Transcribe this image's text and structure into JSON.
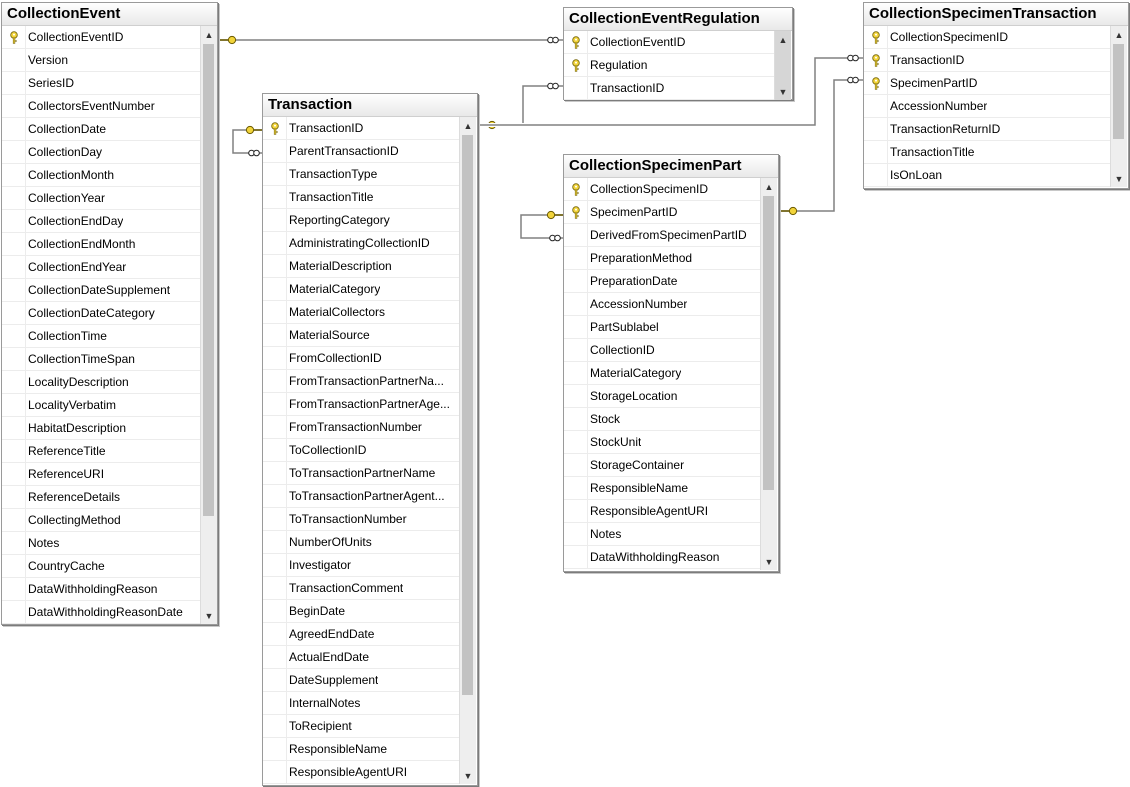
{
  "colors": {
    "key": "#f2d43a",
    "line": "#808080",
    "thumb": "#c2c2c2"
  },
  "icons": {
    "primary_key": "key-icon",
    "scroll_up": "scroll-up-arrow-icon",
    "scroll_down": "scroll-down-arrow-icon"
  },
  "glyphs": {
    "up": "▲",
    "down": "▼"
  },
  "tables": [
    {
      "id": "collection-event",
      "name": "CollectionEvent",
      "columns": [
        {
          "label": "CollectionEventID",
          "pk": true
        },
        {
          "label": "Version"
        },
        {
          "label": "SeriesID"
        },
        {
          "label": "CollectorsEventNumber"
        },
        {
          "label": "CollectionDate"
        },
        {
          "label": "CollectionDay"
        },
        {
          "label": "CollectionMonth"
        },
        {
          "label": "CollectionYear"
        },
        {
          "label": "CollectionEndDay"
        },
        {
          "label": "CollectionEndMonth"
        },
        {
          "label": "CollectionEndYear"
        },
        {
          "label": "CollectionDateSupplement"
        },
        {
          "label": "CollectionDateCategory"
        },
        {
          "label": "CollectionTime"
        },
        {
          "label": "CollectionTimeSpan"
        },
        {
          "label": "LocalityDescription"
        },
        {
          "label": "LocalityVerbatim"
        },
        {
          "label": "HabitatDescription"
        },
        {
          "label": "ReferenceTitle"
        },
        {
          "label": "ReferenceURI"
        },
        {
          "label": "ReferenceDetails"
        },
        {
          "label": "CollectingMethod"
        },
        {
          "label": "Notes"
        },
        {
          "label": "CountryCache"
        },
        {
          "label": "DataWithholdingReason"
        },
        {
          "label": "DataWithholdingReasonDate"
        }
      ]
    },
    {
      "id": "collection-event-regulation",
      "name": "CollectionEventRegulation",
      "columns": [
        {
          "label": "CollectionEventID",
          "pk": true
        },
        {
          "label": "Regulation",
          "pk": true
        },
        {
          "label": "TransactionID"
        }
      ]
    },
    {
      "id": "collection-specimen-transaction",
      "name": "CollectionSpecimenTransaction",
      "columns": [
        {
          "label": "CollectionSpecimenID",
          "pk": true
        },
        {
          "label": "TransactionID",
          "pk": true
        },
        {
          "label": "SpecimenPartID",
          "pk": true
        },
        {
          "label": "AccessionNumber"
        },
        {
          "label": "TransactionReturnID"
        },
        {
          "label": "TransactionTitle"
        },
        {
          "label": "IsOnLoan"
        }
      ]
    },
    {
      "id": "transaction",
      "name": "Transaction",
      "columns": [
        {
          "label": "TransactionID",
          "pk": true
        },
        {
          "label": "ParentTransactionID"
        },
        {
          "label": "TransactionType"
        },
        {
          "label": "TransactionTitle"
        },
        {
          "label": "ReportingCategory"
        },
        {
          "label": "AdministratingCollectionID"
        },
        {
          "label": "MaterialDescription"
        },
        {
          "label": "MaterialCategory"
        },
        {
          "label": "MaterialCollectors"
        },
        {
          "label": "MaterialSource"
        },
        {
          "label": "FromCollectionID"
        },
        {
          "label": "FromTransactionPartnerNa..."
        },
        {
          "label": "FromTransactionPartnerAge..."
        },
        {
          "label": "FromTransactionNumber"
        },
        {
          "label": "ToCollectionID"
        },
        {
          "label": "ToTransactionPartnerName"
        },
        {
          "label": "ToTransactionPartnerAgent..."
        },
        {
          "label": "ToTransactionNumber"
        },
        {
          "label": "NumberOfUnits"
        },
        {
          "label": "Investigator"
        },
        {
          "label": "TransactionComment"
        },
        {
          "label": "BeginDate"
        },
        {
          "label": "AgreedEndDate"
        },
        {
          "label": "ActualEndDate"
        },
        {
          "label": "DateSupplement"
        },
        {
          "label": "InternalNotes"
        },
        {
          "label": "ToRecipient"
        },
        {
          "label": "ResponsibleName"
        },
        {
          "label": "ResponsibleAgentURI"
        }
      ]
    },
    {
      "id": "collection-specimen-part",
      "name": "CollectionSpecimenPart",
      "columns": [
        {
          "label": "CollectionSpecimenID",
          "pk": true
        },
        {
          "label": "SpecimenPartID",
          "pk": true
        },
        {
          "label": "DerivedFromSpecimenPartID"
        },
        {
          "label": "PreparationMethod"
        },
        {
          "label": "PreparationDate"
        },
        {
          "label": "AccessionNumber"
        },
        {
          "label": "PartSublabel"
        },
        {
          "label": "CollectionID"
        },
        {
          "label": "MaterialCategory"
        },
        {
          "label": "StorageLocation"
        },
        {
          "label": "Stock"
        },
        {
          "label": "StockUnit"
        },
        {
          "label": "StorageContainer"
        },
        {
          "label": "ResponsibleName"
        },
        {
          "label": "ResponsibleAgentURI"
        },
        {
          "label": "Notes"
        },
        {
          "label": "DataWithholdingReason"
        }
      ]
    }
  ]
}
